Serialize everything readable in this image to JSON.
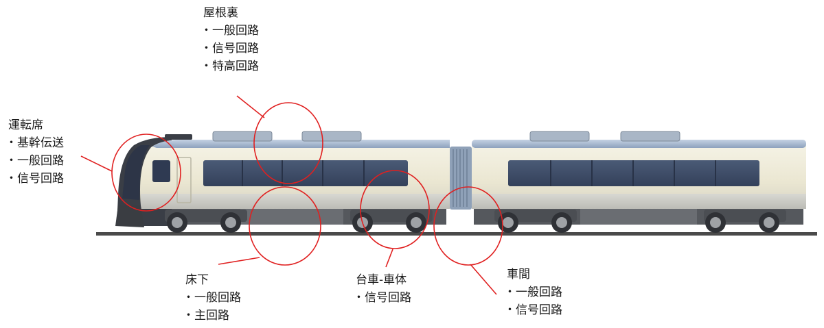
{
  "callouts": {
    "roof": {
      "title": "屋根裏",
      "items": [
        "一般回路",
        "信号回路",
        "特高回路"
      ]
    },
    "cab": {
      "title": "運転席",
      "items": [
        "基幹伝送",
        "一般回路",
        "信号回路"
      ]
    },
    "underfloor": {
      "title": "床下",
      "items": [
        "一般回路",
        "主回路"
      ]
    },
    "bogie": {
      "title": "台車-車体",
      "items": [
        "信号回路"
      ]
    },
    "intercar": {
      "title": "車間",
      "items": [
        "一般回路",
        "信号回路"
      ]
    }
  },
  "colors": {
    "highlight_circle": "#e02020",
    "body_cream": "#f1eedd",
    "roof_blue": "#9fb3cc",
    "window_navy": "#3d4c66",
    "underframe": "#5a5d62"
  }
}
